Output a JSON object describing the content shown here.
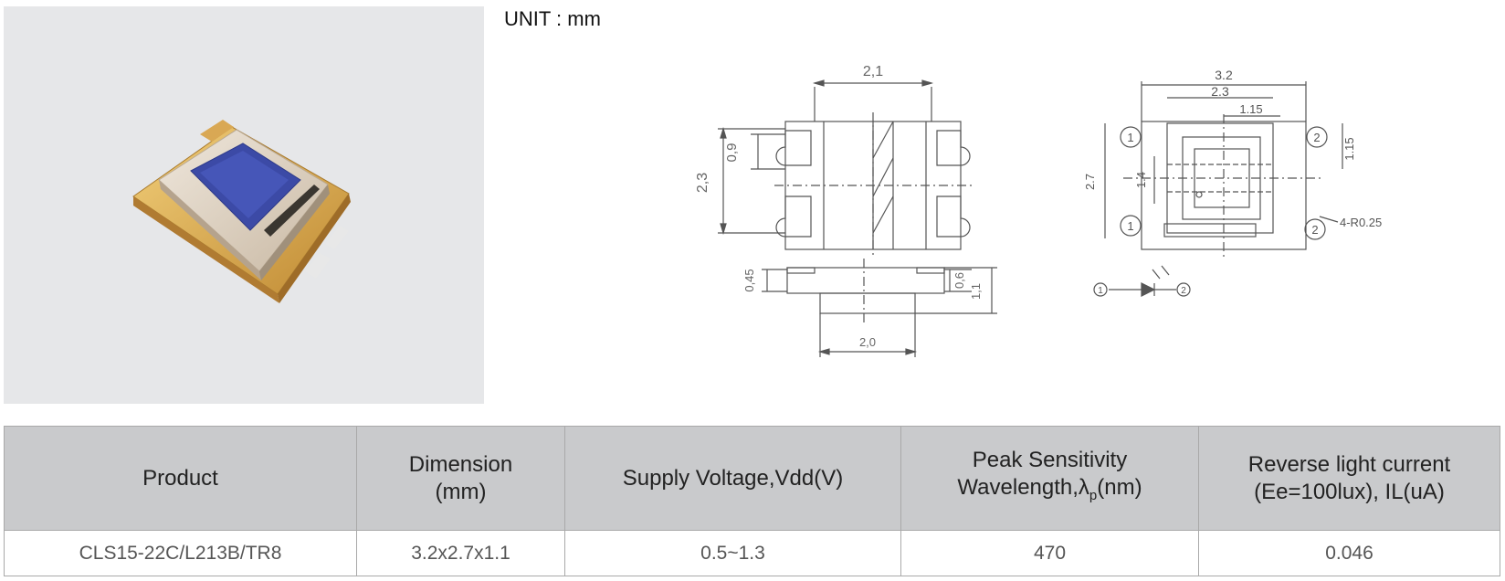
{
  "unit_label": "UNIT : mm",
  "drawing": {
    "top_view": {
      "width_dim": "2,1",
      "pad_dim": "0,9",
      "height_dim": "2,3"
    },
    "side_view": {
      "left_dim": "0,45",
      "right_inner_dim": "0,6",
      "right_outer_dim": "1,1",
      "bottom_dim": "2,0"
    },
    "bottom_view": {
      "outer_width": "3.2",
      "middle_width": "2.3",
      "inner_width": "1.15",
      "height": "2.7",
      "inner_height": "1.4",
      "right_height": "1.15",
      "radius_label": "4-R0.25",
      "pin1": "1",
      "pin2": "2"
    },
    "symbol": {
      "pin1": "1",
      "pin2": "2"
    }
  },
  "table": {
    "headers": {
      "product": "Product",
      "dimension_l1": "Dimension",
      "dimension_l2": "(mm)",
      "voltage": "Supply Voltage,Vdd(V)",
      "peak_l1": "Peak Sensitivity",
      "peak_l2_pre": "Wavelength,λ",
      "peak_sub": "p",
      "peak_l2_post": "(nm)",
      "current_l1": "Reverse light current",
      "current_l2": "(Ee=100lux), IL(uA)"
    },
    "row": {
      "product": "CLS15-22C/L213B/TR8",
      "dimension": "3.2x2.7x1.1",
      "voltage": "0.5~1.3",
      "peak": "470",
      "current": "0.046"
    }
  }
}
